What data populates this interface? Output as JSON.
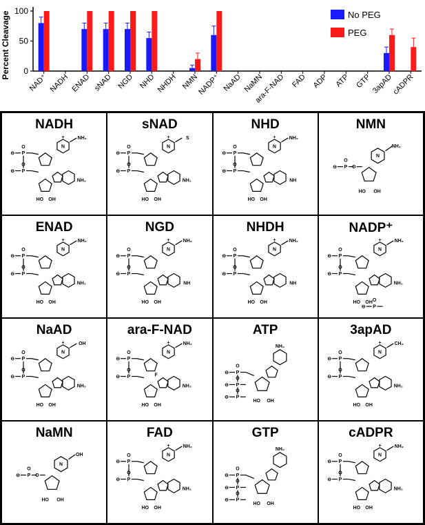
{
  "chart_data": {
    "type": "bar",
    "ylabel": "Percent Cleavage",
    "ylim": [
      0,
      100
    ],
    "yticks": [
      "0",
      "50",
      "100"
    ],
    "legend_position": "top-right",
    "categories": [
      "NAD⁺",
      "NADH",
      "ENAD",
      "sNAD",
      "NGD",
      "NHD",
      "NHDH",
      "NMN",
      "NADP⁺",
      "NaAD",
      "NaMN",
      "ara-F-NAD",
      "FAD",
      "ADP",
      "ATP",
      "GTP",
      "3apAD",
      "cADPR"
    ],
    "series": [
      {
        "name": "No PEG",
        "color": "#1a1aff",
        "values": [
          80,
          0,
          70,
          70,
          70,
          55,
          0,
          5,
          60,
          0,
          0,
          0,
          0,
          0,
          0,
          0,
          30,
          0
        ],
        "errors": [
          10,
          0,
          10,
          10,
          10,
          10,
          0,
          5,
          15,
          0,
          0,
          0,
          0,
          0,
          0,
          0,
          10,
          0
        ]
      },
      {
        "name": "PEG",
        "color": "#ff1a1a",
        "values": [
          100,
          0,
          100,
          100,
          100,
          100,
          0,
          20,
          100,
          0,
          0,
          0,
          0,
          0,
          0,
          0,
          60,
          40
        ],
        "errors": [
          0,
          0,
          0,
          0,
          0,
          0,
          0,
          10,
          0,
          0,
          0,
          0,
          0,
          0,
          0,
          0,
          10,
          15
        ]
      }
    ]
  },
  "structures": {
    "panels": [
      {
        "title": "NADH"
      },
      {
        "title": "sNAD"
      },
      {
        "title": "NHD"
      },
      {
        "title": "NMN"
      },
      {
        "title": "ENAD"
      },
      {
        "title": "NGD"
      },
      {
        "title": "NHDH"
      },
      {
        "title": "NADP⁺"
      },
      {
        "title": "NaAD"
      },
      {
        "title": "ara-F-NAD"
      },
      {
        "title": "ATP"
      },
      {
        "title": "3apAD"
      },
      {
        "title": "NaMN"
      },
      {
        "title": "FAD"
      },
      {
        "title": "GTP"
      },
      {
        "title": "cADPR"
      }
    ],
    "atom_labels": {
      "o": "O",
      "oh": "OH",
      "ho": "HO",
      "p": "P",
      "nh2": "NH₂",
      "n": "N",
      "nh": "NH",
      "s": "S",
      "f": "F",
      "plus": "+",
      "minus": "⊖",
      "ch3": "CH₃"
    }
  }
}
